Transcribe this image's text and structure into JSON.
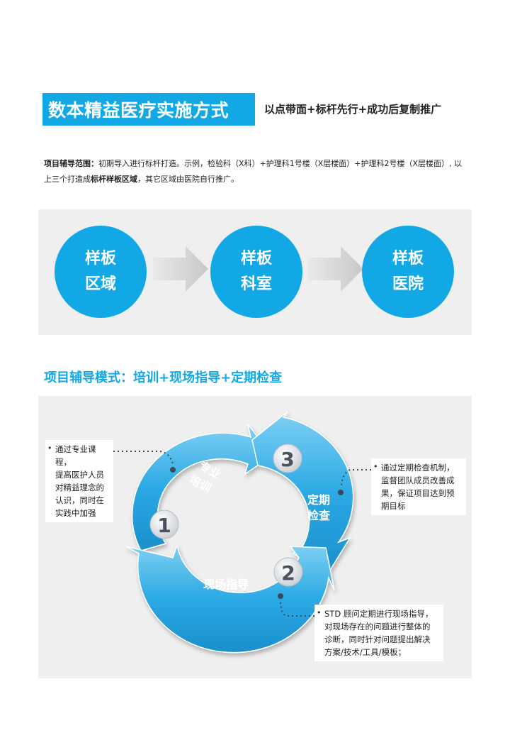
{
  "header": {
    "title": "数本精益医疗实施方式",
    "subtitle": "以点带面+标杆先行+成功后复制推广"
  },
  "scope": {
    "label": "项目辅导范围：",
    "text_1": "初期导入进行标杆打造。示例，检验科（X科）+护理科1号楼（X层楼面）+护理科2号楼（X层楼面）, 以上三个打造成",
    "highlight": "标杆样板区域",
    "text_2": "，其它区域由医院自行推广。"
  },
  "flow": {
    "circles": [
      {
        "line1": "样板",
        "line2": "区域"
      },
      {
        "line1": "样板",
        "line2": "科室"
      },
      {
        "line1": "样板",
        "line2": "医院"
      }
    ]
  },
  "mode": {
    "title": "项目辅导模式：培训+现场指导+定期检查"
  },
  "cycle": {
    "steps": [
      {
        "number": "1",
        "label_line1": "专业",
        "label_line2": "培训"
      },
      {
        "number": "2",
        "label": "现场指导"
      },
      {
        "number": "3",
        "label_line1": "定期",
        "label_line2": "检查"
      }
    ],
    "notes": [
      {
        "lines": [
          "通过专业课程，",
          "提高医护人员",
          "对精益理念的",
          "认识，同时在",
          "实践中加强"
        ]
      },
      {
        "lines": [
          "通过定期检查机制，",
          "监督团队成员改善成",
          "果，保证项目达到预",
          "期目标"
        ]
      },
      {
        "lines": [
          "STD 顾问定期进行现场指导，",
          "对现场存在的问题进行整体的",
          "诊断，同时针对问题提出解决",
          "方案/技术/工具/模板；"
        ]
      }
    ],
    "colors": {
      "ring": "#2ba9e4",
      "ring_light": "#7fd0f3",
      "accent": "#12a8e6"
    }
  }
}
